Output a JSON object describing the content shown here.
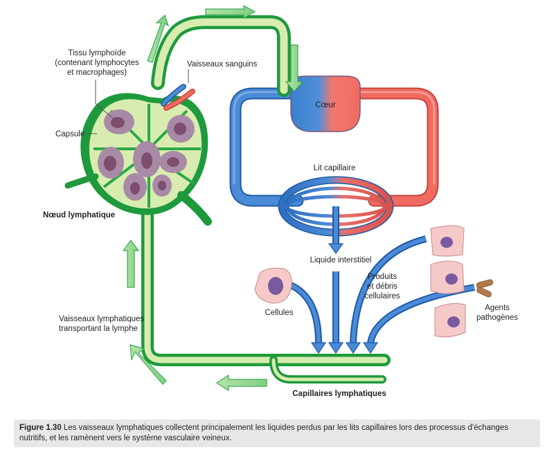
{
  "figure": {
    "labels": {
      "lymphoid_tissue": [
        "Tissu lymphoïde",
        "(contenant lymphocytes",
        "et macrophages)"
      ],
      "blood_vessels": "Vaisseaux sanguins",
      "heart": "Cœur",
      "capsule": "Capsule",
      "capillary_bed": "Lit capillaire",
      "lymph_node": "Nœud lymphatique",
      "interstitial_fluid": "Liquide interstitiel",
      "products_debris": [
        "Produits",
        "et débris",
        "cellulaires"
      ],
      "cells": "Cellules",
      "pathogens": [
        "Agents",
        "pathogènes"
      ],
      "lymph_vessels": [
        "Vaisseaux lymphatiques",
        "transportant la lymphe"
      ],
      "lymph_capillaries": "Capillaires lymphatiques"
    },
    "colors": {
      "lymph_green": "#2bb34a",
      "lymph_fill": "#d8ecb0",
      "venous_blue": "#3a7fcf",
      "arterial_red": "#ef6b62",
      "cell_pink": "#f6c9c9",
      "nucleus_purple": "#7a5a9e",
      "pathogen_brown": "#b07b4a",
      "caption_bg": "#e6e7e8"
    }
  },
  "caption": {
    "figure_number": "Figure 1.30",
    "text": " Les vaisseaux lymphatiques collectent principalement les liquides perdus par les lits capillaires lors des processus d'échanges nutritifs, et les ramènent vers le système vasculaire veineux."
  }
}
